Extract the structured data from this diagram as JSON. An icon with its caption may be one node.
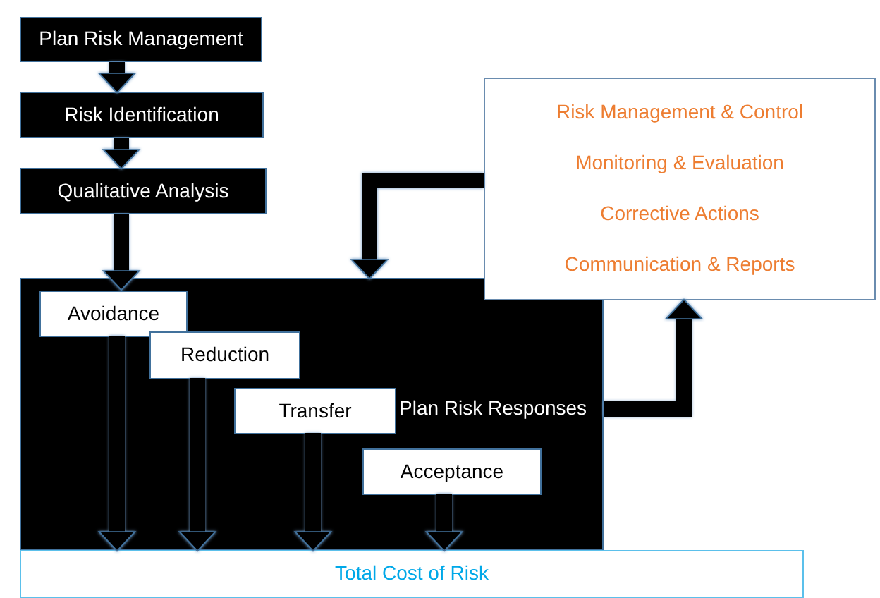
{
  "diagram": {
    "nodes": [
      {
        "text": [
          "Plan Risk Management"
        ]
      },
      {
        "text": [
          "Risk Identification"
        ]
      },
      {
        "text": [
          "Qualitative Analysis"
        ]
      },
      {
        "text": [
          "Plan Risk Responses"
        ]
      },
      {
        "text": [
          "Avoidance"
        ],
        "in": 3
      },
      {
        "text": [
          "Reduction"
        ],
        "in": 3
      },
      {
        "text": [
          "Transfer"
        ],
        "in": 3
      },
      {
        "text": [
          "Acceptance"
        ],
        "in": 3
      },
      {
        "text": [
          "Risk Management & Control",
          "Monitoring & Evaluation",
          "Corrective Actions",
          "Communication & Reports"
        ]
      },
      {
        "text": [
          "Total Cost of Risk"
        ]
      }
    ],
    "edges": [
      {
        "from": 0,
        "to": 1,
        "arrow": "to"
      },
      {
        "from": 1,
        "to": 2,
        "arrow": "to"
      },
      {
        "from": 2,
        "to": 4,
        "arrow": "to"
      },
      {
        "from": 8,
        "to": 3,
        "arrow": "to"
      },
      {
        "from": 3,
        "to": 8,
        "arrow": "to"
      },
      {
        "from": 4,
        "to": 9,
        "arrow": "to"
      },
      {
        "from": 5,
        "to": 9,
        "arrow": "to"
      },
      {
        "from": 6,
        "to": 9,
        "arrow": "to"
      },
      {
        "from": 7,
        "to": 9,
        "arrow": "to"
      }
    ]
  }
}
